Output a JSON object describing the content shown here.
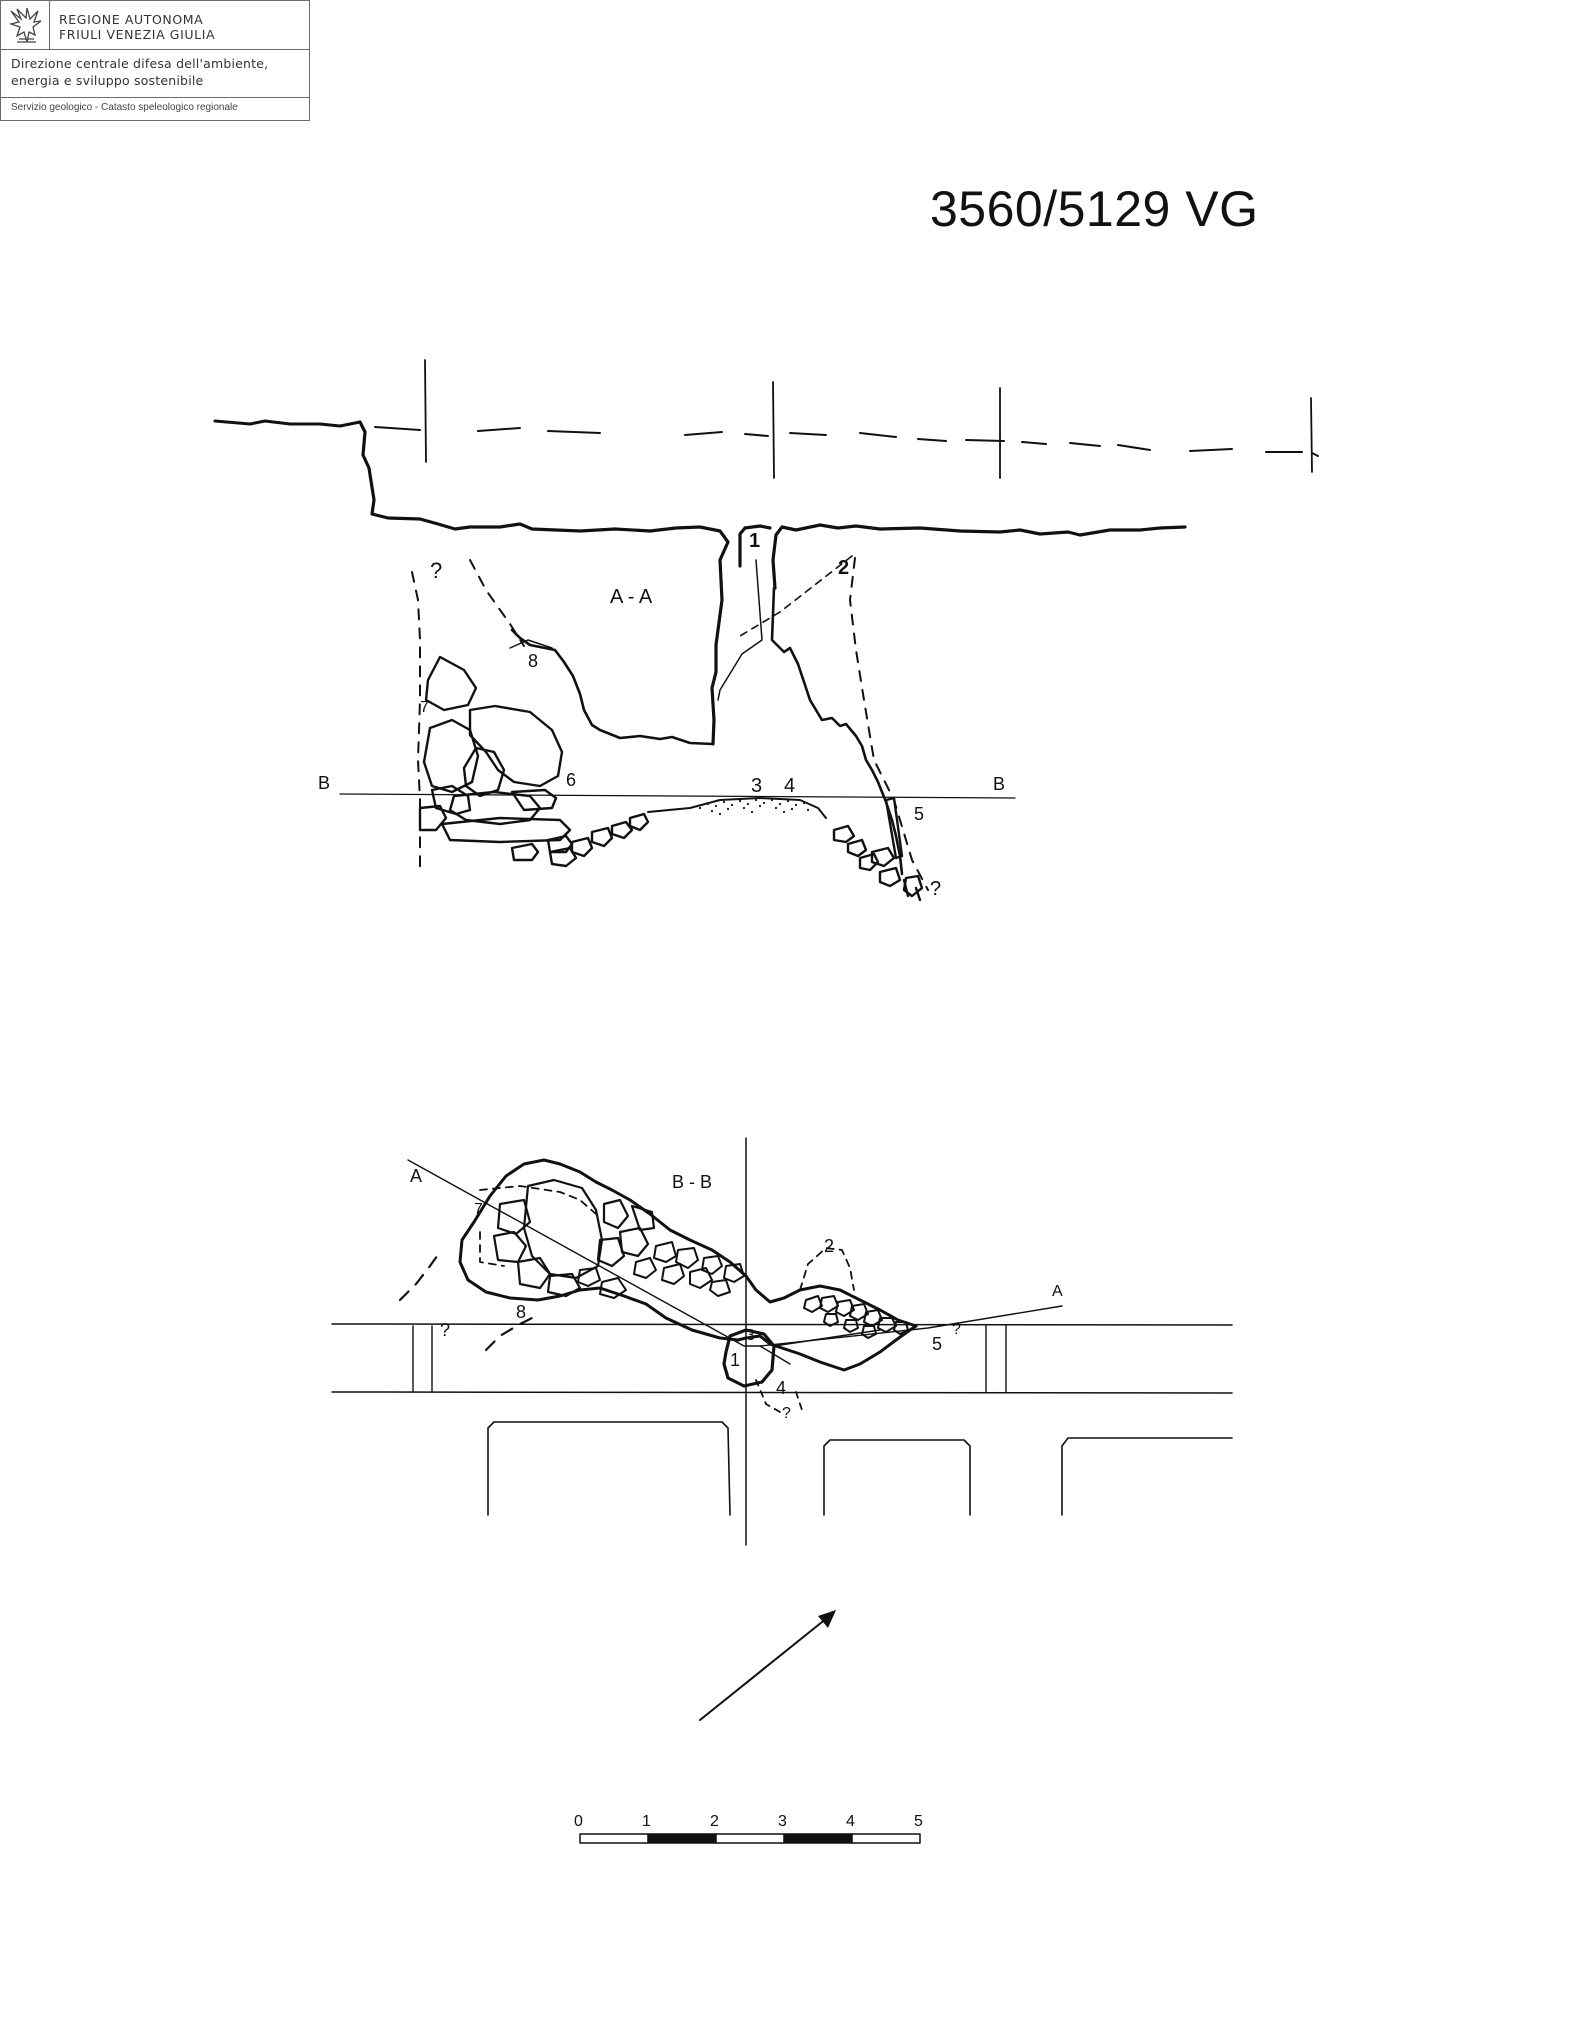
{
  "header": {
    "region_line1": "REGIONE AUTONOMA",
    "region_line2": "FRIULI VENEZIA GIULIA",
    "dept_line1": "Direzione centrale difesa dell'ambiente,",
    "dept_line2": "energia e sviluppo sostenibile",
    "service": "Servizio geologico - Catasto speleologico regionale",
    "logo_icon": "eagle-icon"
  },
  "cave_id": "3560/5129 VG",
  "section": {
    "title": "A - A",
    "axis_left": "B",
    "axis_right": "B",
    "stations": [
      "1",
      "2",
      "3",
      "4",
      "5",
      "6",
      "7",
      "8"
    ],
    "unknown_marks": [
      "?",
      "?"
    ]
  },
  "plan": {
    "title": "B - B",
    "axis_left": "A",
    "axis_right": "A",
    "stations": [
      "1",
      "2",
      "3",
      "4",
      "5",
      "7",
      "8"
    ],
    "unknown_marks": [
      "?",
      "?",
      "?"
    ]
  },
  "north_arrow_icon": "north-arrow-icon",
  "scale_bar": {
    "labels": [
      "0",
      "1",
      "2",
      "3",
      "4",
      "5"
    ]
  }
}
